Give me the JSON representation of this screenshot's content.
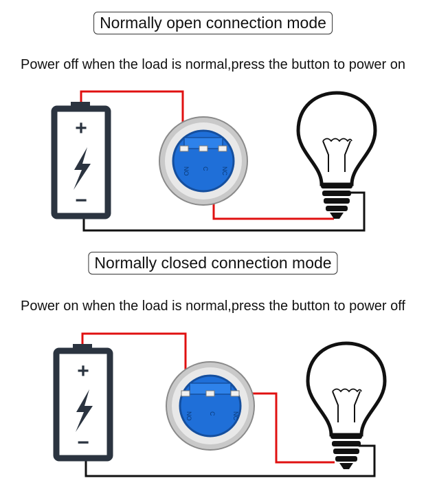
{
  "normally_open": {
    "title": "Normally open connection mode",
    "caption": "Power off when the load is normal,press the button to power on",
    "terminals": [
      "NO",
      "C",
      "NC"
    ]
  },
  "normally_closed": {
    "title": "Normally closed connection mode",
    "caption": "Power on when the load is normal,press the button to power off",
    "terminals": [
      "NO",
      "C",
      "NC"
    ]
  },
  "battery": {
    "plus": "+",
    "minus": "−"
  },
  "colors": {
    "wire_red": "#e01010",
    "wire_black": "#111111",
    "switch_blue": "#1f6fd8",
    "battery": "#2b3440"
  },
  "icons": [
    "battery-icon",
    "lightning-icon",
    "push-button-switch-icon",
    "light-bulb-icon"
  ]
}
